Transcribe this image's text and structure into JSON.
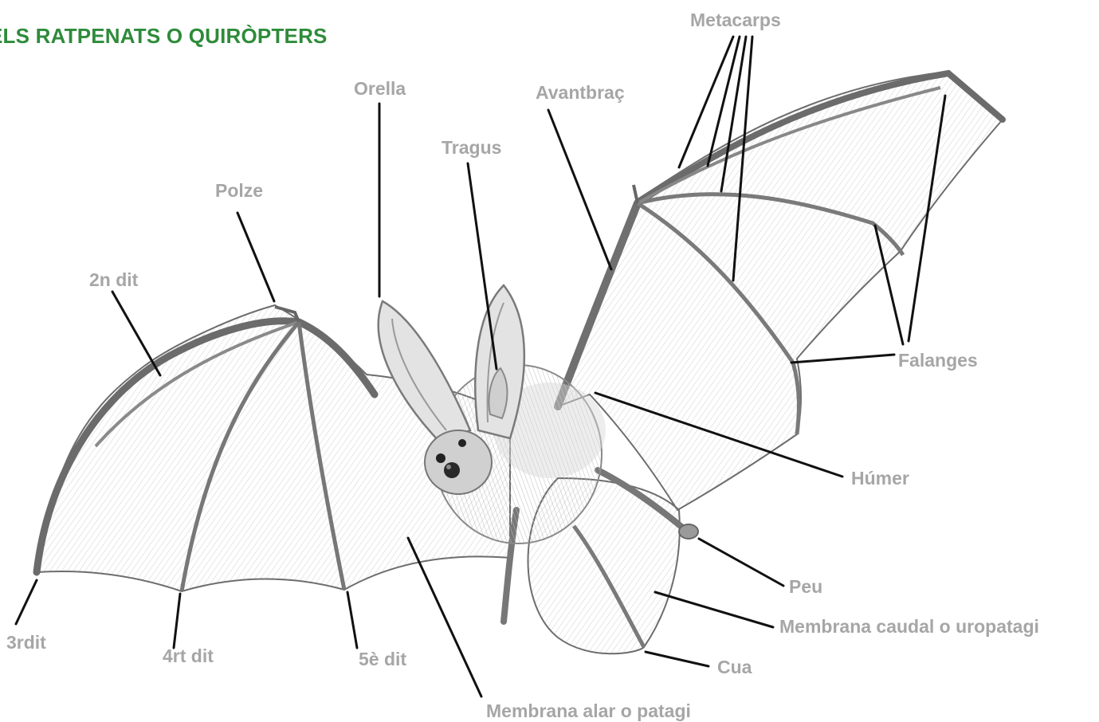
{
  "title": "ELS RATPENATS O QUIRÒPTERS",
  "colors": {
    "title": "#2e8b3a",
    "label": "#a6a6a6",
    "leader": "#111111",
    "drawing": "#555555"
  },
  "labels": {
    "metacarps": "Metacarps",
    "orella": "Orella",
    "avantbrac": "Avantbraç",
    "tragus": "Tragus",
    "polze": "Polze",
    "dit2": "2n dit",
    "falanges": "Falanges",
    "humer": "Húmer",
    "peu": "Peu",
    "membrana_caudal": "Membrana caudal o uropatagi",
    "cua": "Cua",
    "dit3": "3rdit",
    "dit4": "4rt dit",
    "dit5": "5è dit",
    "membrana_alar": "Membrana alar o patagi"
  }
}
